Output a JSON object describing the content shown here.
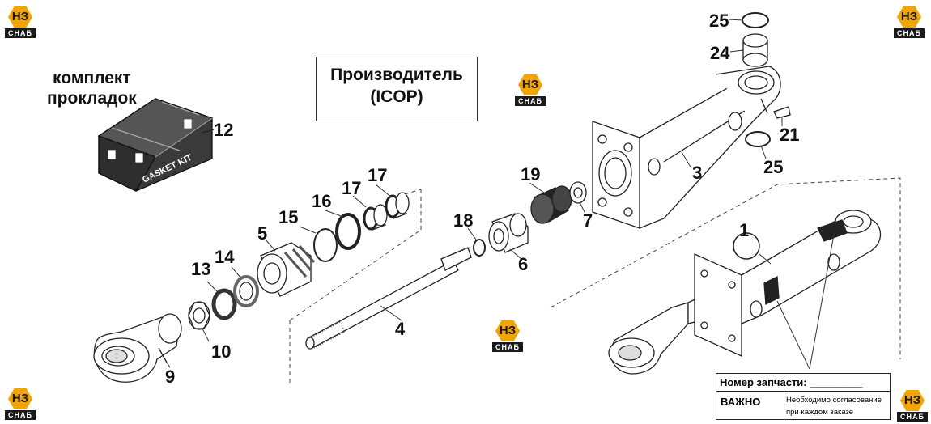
{
  "callouts": {
    "c1": "1",
    "c3": "3",
    "c4": "4",
    "c5": "5",
    "c6": "6",
    "c7": "7",
    "c9": "9",
    "c10": "10",
    "c12": "12",
    "c13": "13",
    "c14": "14",
    "c15": "15",
    "c16": "16",
    "c17a": "17",
    "c17b": "17",
    "c18": "18",
    "c19": "19",
    "c21": "21",
    "c24": "24",
    "c25a": "25",
    "c25b": "25"
  },
  "kit": {
    "label_line1": "комплект",
    "label_line2": "прокладок",
    "box_text": "GASKET KIT"
  },
  "manufacturer": {
    "line1": "Производитель",
    "line2": "(ICOP)"
  },
  "logo": {
    "top": "НЗ",
    "bottom": "СНАБ",
    "color": "#f2a400"
  },
  "parts_table": {
    "part_number_label": "Номер запчасти: _________",
    "important_label": "ВАЖНО",
    "note_line1": "Необходимо согласование",
    "note_line2": "при каждом заказе"
  }
}
